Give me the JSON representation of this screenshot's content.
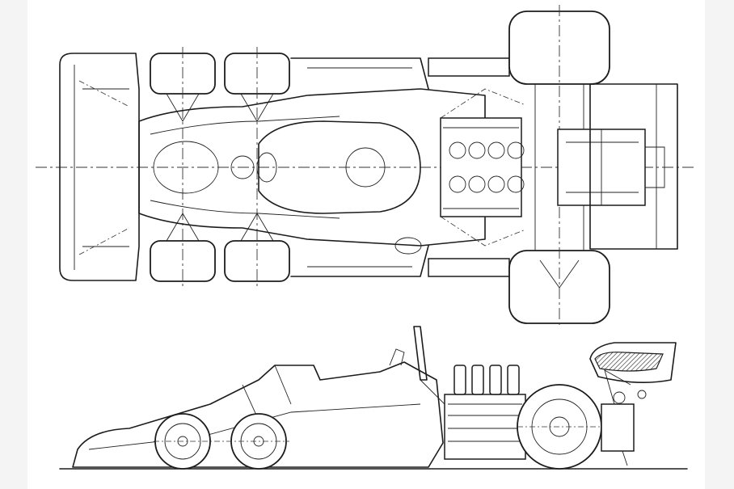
{
  "drawing": {
    "views": [
      "plan-view",
      "side-elevation"
    ],
    "subject_icon": "six-wheel-race-car-blueprint",
    "colors": {
      "ink": "#1c1c1c",
      "paper": "#ffffff",
      "margin": "#f4f4f4"
    }
  }
}
